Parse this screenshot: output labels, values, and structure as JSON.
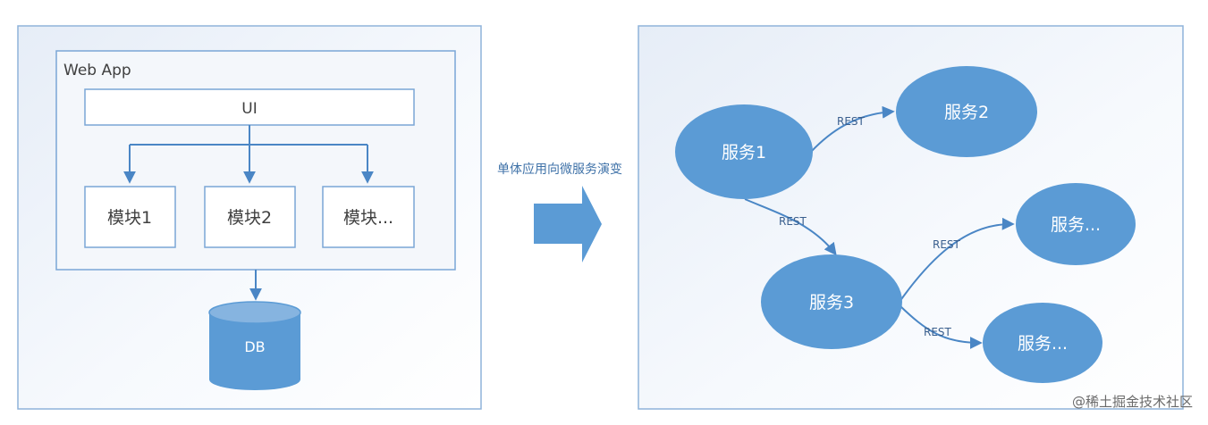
{
  "monolith": {
    "app_title": "Web App",
    "ui_label": "UI",
    "modules": [
      "模块1",
      "模块2",
      "模块..."
    ],
    "db_label": "DB"
  },
  "transition": {
    "label": "单体应用向微服务演变"
  },
  "microservices": {
    "services": [
      "服务1",
      "服务2",
      "服务3",
      "服务...",
      "服务..."
    ],
    "edge_label": "REST"
  },
  "watermark": "@稀土掘金技术社区",
  "colors": {
    "node_fill": "#5b9bd5",
    "line": "#4a86c5",
    "frame": "#8fb3da",
    "box_border": "#7aa6d6",
    "panel_bg_start": "#e9eff8",
    "panel_bg_end": "#ffffff",
    "db_top": "#86b4e0"
  }
}
